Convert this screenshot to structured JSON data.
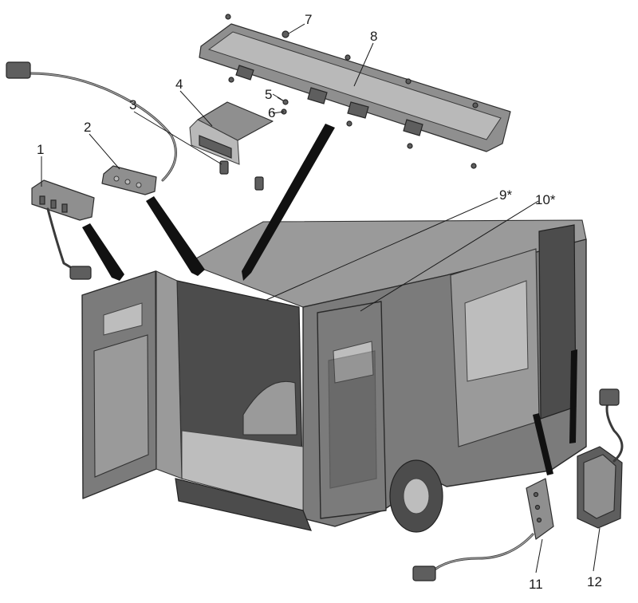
{
  "callouts": {
    "c1": "1",
    "c2": "2",
    "c3": "3",
    "c4": "4",
    "c5": "5",
    "c6": "6",
    "c7": "7",
    "c8": "8",
    "c9": "9*",
    "c10": "10*",
    "c11": "11",
    "c12": "12"
  }
}
